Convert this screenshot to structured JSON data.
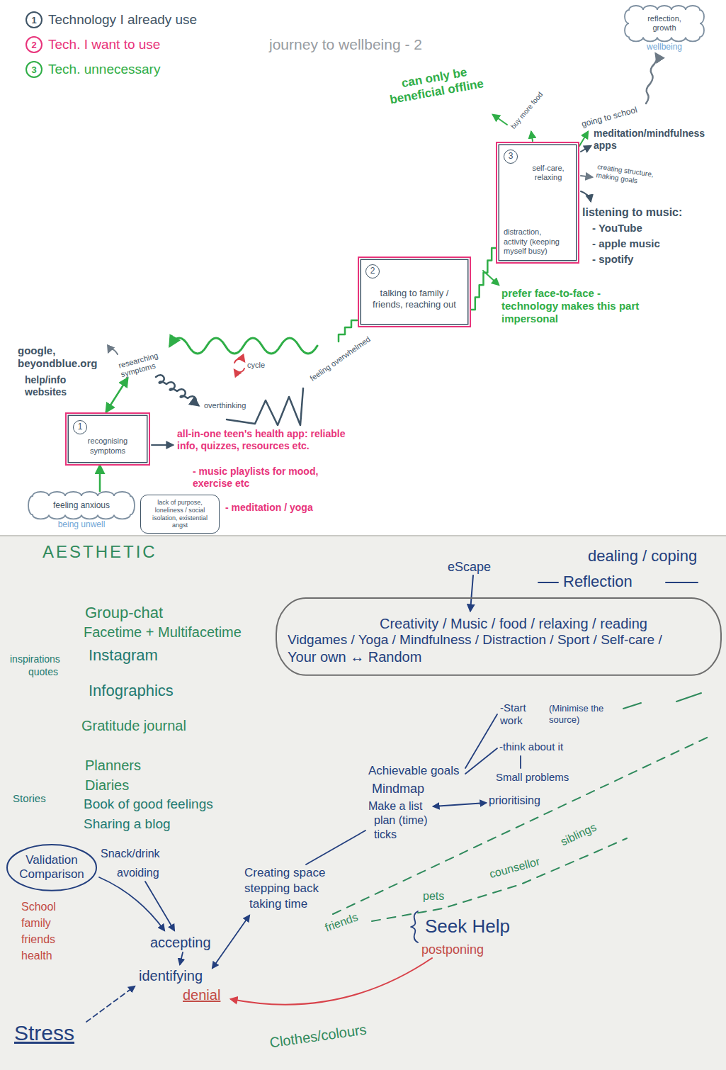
{
  "diagram": {
    "title": "journey to wellbeing - 2",
    "nodes": [
      {
        "text": [
          "feeling anxious",
          "being unwell"
        ]
      },
      {
        "text": [
          "lack of purpose, loneliness / social isolation, existential angst"
        ]
      },
      {
        "text": [
          "1",
          "recognising symptoms"
        ]
      },
      {
        "text": [
          "2",
          "talking to family / friends, reaching out"
        ]
      },
      {
        "text": [
          "3",
          "self-care, relaxing",
          "distraction, activity (keeping myself busy)"
        ]
      },
      {
        "text": [
          "reflection, growth",
          "wellbeing"
        ]
      },
      {
        "text": [
          "Creativity / Music / food / relaxing / reading",
          "Vidgames / Yoga / Mindfulness / Distraction / Sport / Self-care /",
          "Your own ↔ Random"
        ]
      },
      {
        "text": [
          "Validation Comparison"
        ]
      }
    ],
    "edges": [
      {
        "from": 0,
        "to": 2,
        "arrow": "to"
      },
      {
        "from": 3,
        "to": 4,
        "arrow": "none"
      }
    ],
    "labels": [
      "1",
      "2",
      "3",
      "google, beyondblue.org",
      "help/info websites",
      "researching symptoms",
      "overthinking",
      "cycle",
      "feeling overwhelmed",
      "all-in-one teen's health app: reliable info, quizzes, resources etc.",
      "- music playlists for mood, exercise etc",
      "- meditation / yoga",
      "prefer face-to-face - technology makes this part impersonal",
      "can only be beneficial offline",
      "buy more food",
      "going to school",
      "meditation/mindfulness apps",
      "creating structure, making goals",
      "listening to music:",
      "- YouTube",
      "- apple music",
      "- spotify",
      "AESTHETIC",
      "eScape",
      "dealing / coping",
      "Reflection",
      "Group-chat",
      "Facetime + Multifacetime",
      "inspirations",
      "quotes",
      "Instagram",
      "Infographics",
      "Gratitude journal",
      "Planners",
      "Stories",
      "Diaries",
      "Book of good feelings",
      "Sharing a blog",
      "School",
      "family",
      "friends",
      "health",
      "Stress",
      "Snack/drink",
      "avoiding",
      "accepting",
      "identifying",
      "denial",
      "Creating space",
      "stepping back",
      "taking time",
      "Achievable goals",
      "Mindmap",
      "Make a list",
      "plan (time)",
      "ticks",
      "-Start work",
      "-think about it",
      "(Minimise the source)",
      "Small problems",
      "prioritising",
      "friends",
      "pets",
      "counsellor",
      "siblings",
      "Seek Help",
      "postponing",
      "Clothes/colours"
    ],
    "legend": [
      {
        "text": "Technology I already use",
        "color": "#3f5466"
      },
      {
        "text": "Tech. I want to use",
        "color": "#e8347b"
      },
      {
        "text": "Tech. unnecessary",
        "color": "#2fae47"
      }
    ]
  }
}
